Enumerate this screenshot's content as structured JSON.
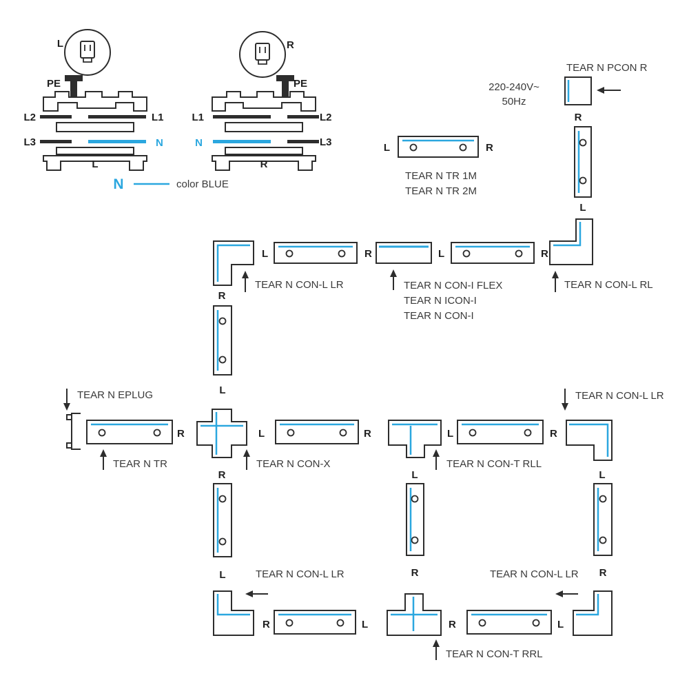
{
  "colors": {
    "blue": "#2BA7DF",
    "ink": "#2d2d2d"
  },
  "pinout": {
    "left": {
      "plug": "L",
      "pe": "PE",
      "row1_left": "L2",
      "row1_right": "L1",
      "row2_left": "L3",
      "row2_right": "N",
      "center": "L"
    },
    "right": {
      "plug": "R",
      "pe": "PE",
      "row1_left": "L1",
      "row1_right": "L2",
      "row2_left": "N",
      "row2_right": "L3",
      "center": "R"
    },
    "legend": {
      "symbol": "N",
      "text": "color BLUE"
    }
  },
  "power": {
    "voltage": "220-240V~",
    "frequency": "50Hz"
  },
  "ends": {
    "l": "L",
    "r": "R"
  },
  "parts": {
    "pcon_r": "TEAR N PCON R",
    "tr_1m": "TEAR N TR 1M",
    "tr_2m": "TEAR N TR 2M",
    "con_l_lr": "TEAR N CON-L LR",
    "con_i_flex": "TEAR N CON-I FLEX",
    "icon_i": "TEAR N ICON-I",
    "con_i": "TEAR N CON-I",
    "con_l_rl": "TEAR N CON-L RL",
    "eplug": "TEAR N EPLUG",
    "tr": "TEAR N TR",
    "con_x": "TEAR N CON-X",
    "con_t_rll": "TEAR N CON-T RLL",
    "con_t_rrl": "TEAR N CON-T RRL"
  }
}
